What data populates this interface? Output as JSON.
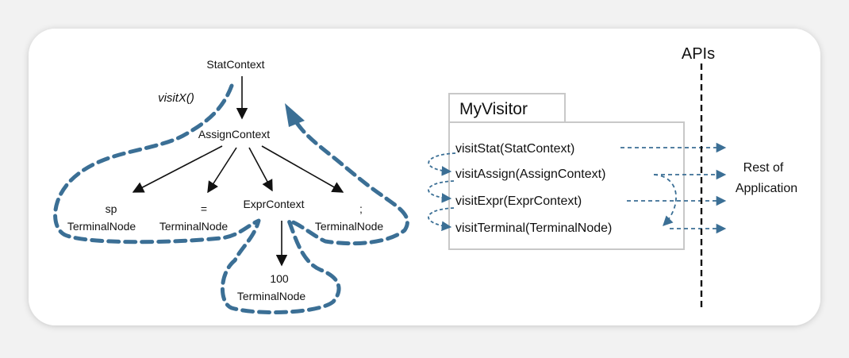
{
  "tree": {
    "root": "StatContext",
    "visit_label": "visitX()",
    "assign": "AssignContext",
    "children": [
      {
        "token": "sp",
        "type": "TerminalNode"
      },
      {
        "token": "=",
        "type": "TerminalNode"
      },
      {
        "token": "",
        "type": "ExprContext"
      },
      {
        "token": ";",
        "type": "TerminalNode"
      }
    ],
    "leaf": {
      "token": "100",
      "type": "TerminalNode"
    }
  },
  "visitor": {
    "title": "MyVisitor",
    "methods": [
      "visitStat(StatContext)",
      "visitAssign(AssignContext)",
      "visitExpr(ExprContext)",
      "visitTerminal(TerminalNode)"
    ]
  },
  "apis_label": "APIs",
  "rest_label": [
    "Rest of",
    "Application"
  ],
  "colors": {
    "path": "#3b6f95",
    "box_border": "#c8c8c8",
    "background": "#f2f2f2",
    "panel": "#ffffff"
  }
}
